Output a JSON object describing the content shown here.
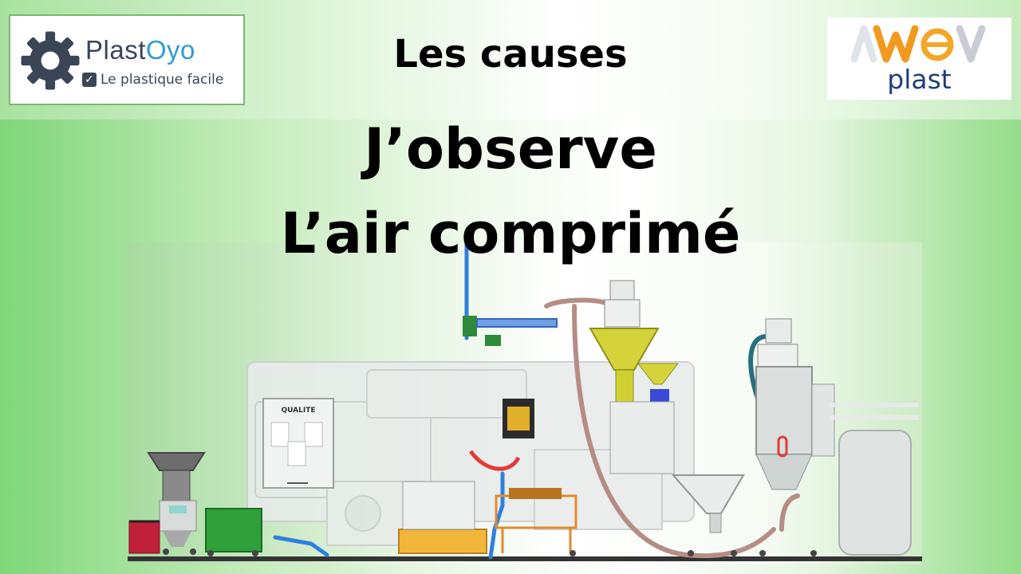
{
  "logos": {
    "left": {
      "name_part1": "Plast",
      "name_part2": "Oyo",
      "tagline": "Le plastique facile"
    },
    "right": {
      "word": "plast"
    }
  },
  "headings": {
    "causes": "Les causes",
    "observe": "J’observe",
    "topic": "L’air comprimé"
  },
  "machine": {
    "label": "QUALITE"
  },
  "icons": [
    "gear-icon",
    "check-icon"
  ],
  "colors": {
    "brand_dark": "#3a4656",
    "brand_blue": "#2f9bd6",
    "awev_orange": "#f29a1f",
    "awev_navy": "#1f3f7a",
    "hopper_yellow": "#d4d43a",
    "air_pipe_blue": "#2f7fe0"
  }
}
